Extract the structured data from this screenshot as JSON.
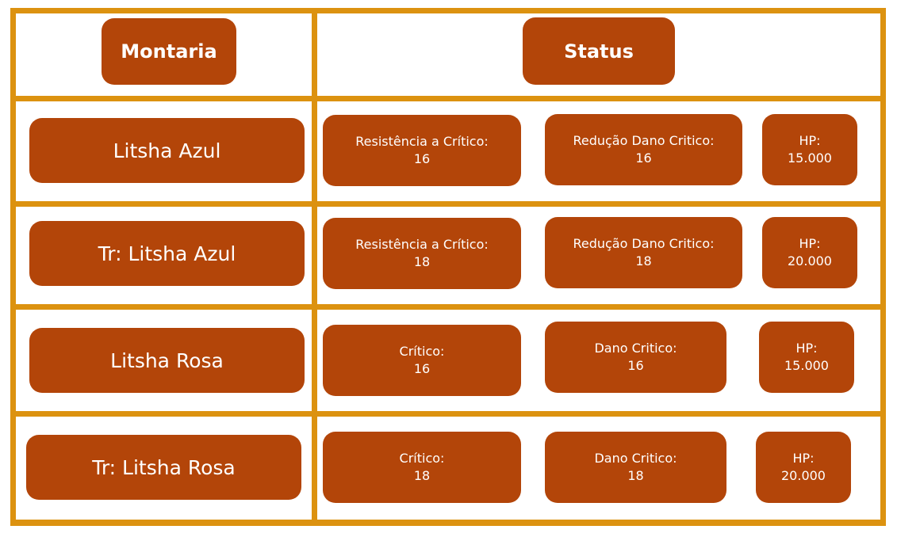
{
  "table": {
    "headers": {
      "mount": "Montaria",
      "status": "Status"
    },
    "rows": [
      {
        "name": "Litsha Azul",
        "stats": [
          {
            "label": "Resistência a Crítico:",
            "value": "16"
          },
          {
            "label": "Redução Dano Critico:",
            "value": "16"
          },
          {
            "label": "HP:",
            "value": "15.000"
          }
        ]
      },
      {
        "name": "Tr: Litsha Azul",
        "stats": [
          {
            "label": "Resistência a Crítico:",
            "value": "18"
          },
          {
            "label": "Redução Dano Critico:",
            "value": "18"
          },
          {
            "label": "HP:",
            "value": "20.000"
          }
        ]
      },
      {
        "name": "Litsha Rosa",
        "stats": [
          {
            "label": "Crítico:",
            "value": "16"
          },
          {
            "label": "Dano Critico:",
            "value": "16"
          },
          {
            "label": "HP:",
            "value": "15.000"
          }
        ]
      },
      {
        "name": "Tr: Litsha Rosa",
        "stats": [
          {
            "label": "Crítico:",
            "value": "18"
          },
          {
            "label": "Dano Critico:",
            "value": "18"
          },
          {
            "label": "HP:",
            "value": "20.000"
          }
        ]
      }
    ]
  },
  "colors": {
    "border": "#dc9210",
    "box": "#b34509",
    "text": "#ffffff"
  }
}
